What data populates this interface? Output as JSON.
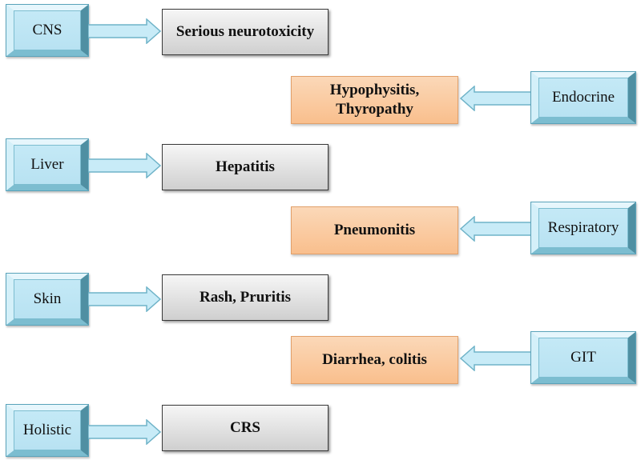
{
  "diagram": {
    "left_rows": [
      {
        "organ": "CNS",
        "effect": "Serious neurotoxicity"
      },
      {
        "organ": "Liver",
        "effect": "Hepatitis"
      },
      {
        "organ": "Skin",
        "effect": "Rash, Pruritis"
      },
      {
        "organ": "Holistic",
        "effect": "CRS"
      }
    ],
    "right_rows": [
      {
        "organ": "Endocrine",
        "effect_line1": "Hypophysitis,",
        "effect_line2": "Thyropathy"
      },
      {
        "organ": "Respiratory",
        "effect_line1": "Pneumonitis",
        "effect_line2": ""
      },
      {
        "organ": "GIT",
        "effect_line1": "Diarrhea, colitis",
        "effect_line2": ""
      }
    ],
    "colors": {
      "organ_box": "#c8ebf7",
      "left_effect_box": "#d9d9d9",
      "right_effect_box": "#fbcaa0",
      "arrow_fill": "#c8ebf7",
      "arrow_stroke": "#6fb3c8"
    }
  }
}
